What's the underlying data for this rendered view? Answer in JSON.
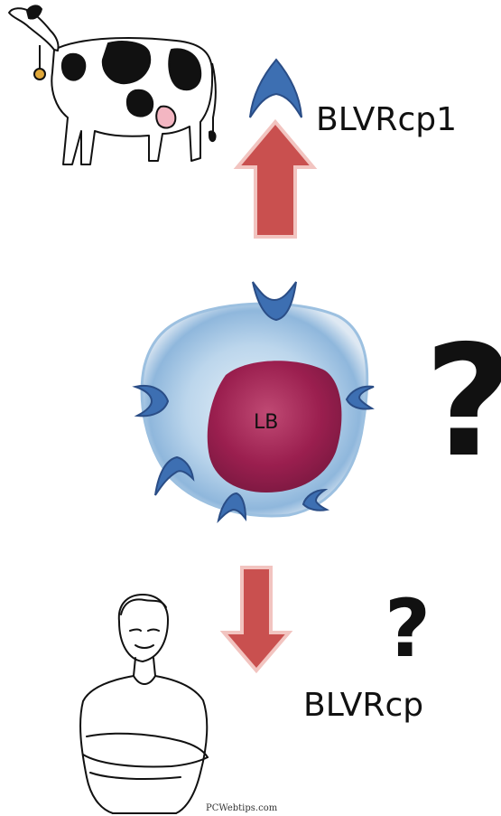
{
  "labels": {
    "receptor_top": "BLVRcp1",
    "receptor_bottom": "BLVRcp",
    "cell": "LB",
    "question_large": "?",
    "question_small": "?",
    "watermark": "PCWebtips.com"
  },
  "colors": {
    "arrow_fill": "#c9504f",
    "arrow_outline": "#f2c4c0",
    "receptor_fill": "#3d6fb2",
    "receptor_outline": "#2a4d86",
    "cytoplasm": "#a9c9e6",
    "nucleus": "#9b1f4f"
  },
  "icons": {
    "top_figure": "cow-icon",
    "bottom_figure": "man-crossed-arms-icon"
  }
}
